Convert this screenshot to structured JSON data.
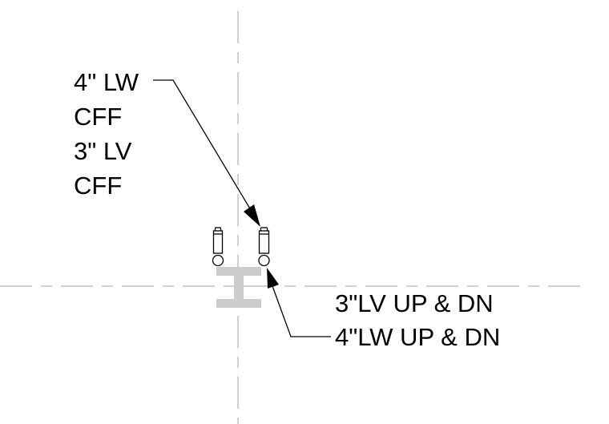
{
  "annotations": {
    "upper_left": {
      "line1": "4\" LW",
      "line2": "CFF",
      "line3": "3\" LV",
      "line4": "CFF"
    },
    "lower_right": {
      "line1": "3\"LV UP & DN",
      "line2": "4\"LW UP & DN"
    }
  },
  "colors": {
    "linework": "#000000",
    "gridline": "#b0b0b0",
    "beam": "#cccccc",
    "pipe": "#6e6e6e"
  },
  "icons": {
    "beam": "i-beam-section",
    "pipes": "pipe-riser-symbol"
  }
}
